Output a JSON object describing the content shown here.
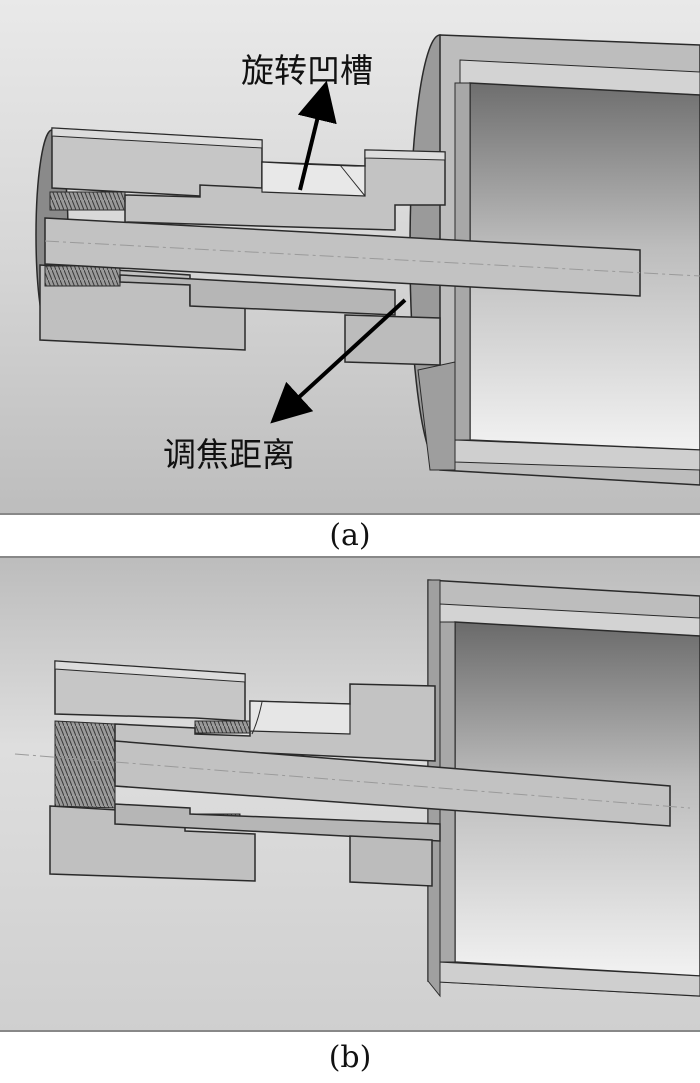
{
  "panel_a": {
    "caption": "(a)",
    "callouts": {
      "rotating_groove": "旋转凹槽",
      "focus_distance": "调焦距离"
    }
  },
  "panel_b": {
    "caption": "(b)"
  },
  "colors": {
    "background_light": "#ececec",
    "background_dark": "#b4b4b4",
    "part_face": "#b9b9b9",
    "part_top": "#d8d8d8",
    "part_dark": "#8e8e8e",
    "edge": "#2a2a2a",
    "arrow": "#000000"
  }
}
